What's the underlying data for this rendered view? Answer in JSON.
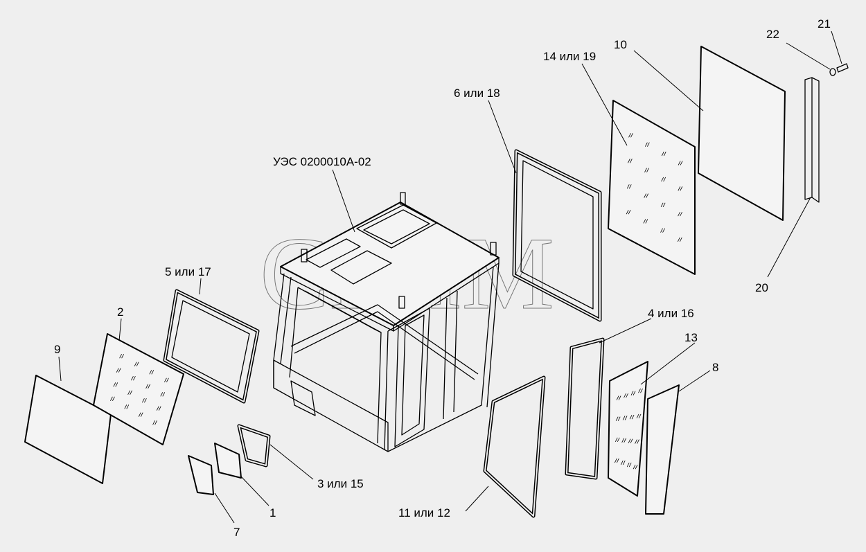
{
  "diagram": {
    "watermark": "СЕЛМ",
    "assembly_label": "УЭС 0200010А-02",
    "labels": {
      "p1": "1",
      "p2": "2",
      "p3": "3 или 15",
      "p4": "4 или 16",
      "p5": "5 или 17",
      "p6": "6 или 18",
      "p7": "7",
      "p8": "8",
      "p9": "9",
      "p10": "10",
      "p11": "11 или 12",
      "p13": "13",
      "p14": "14 или 19",
      "p20": "20",
      "p21": "21",
      "p22": "22"
    }
  }
}
